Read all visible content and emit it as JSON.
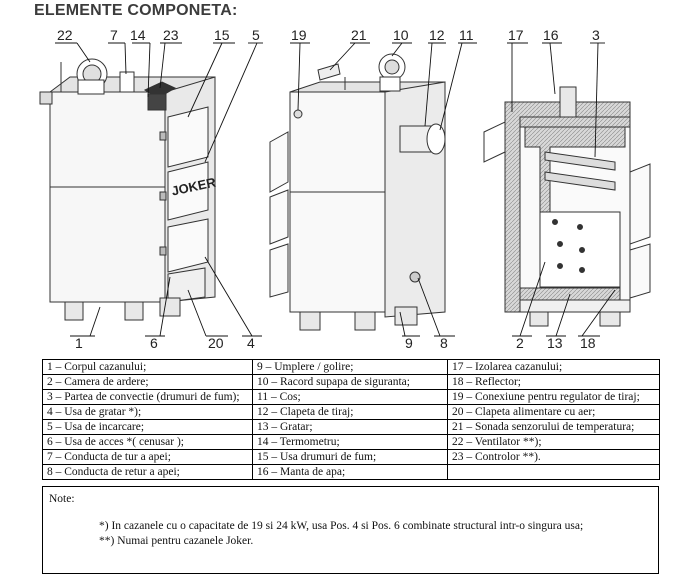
{
  "heading": "ELEMENTE COMPONETA:",
  "callouts": [
    "22",
    "7",
    "14",
    "23",
    "15",
    "5",
    "19",
    "21",
    "10",
    "12",
    "11",
    "17",
    "16",
    "3",
    "1",
    "6",
    "20",
    "4",
    "9",
    "8",
    "2",
    "13",
    "18"
  ],
  "brand_label": "JOKER",
  "legend": {
    "rows": [
      [
        "1 – Corpul cazanului;",
        "9 – Umplere / golire;",
        "17 – Izolarea cazanului;"
      ],
      [
        "2 – Camera de ardere;",
        "10 – Racord supapa de siguranta;",
        "18 – Reflector;"
      ],
      [
        "3 – Partea de convectie (drumuri de fum);",
        "11 – Cos;",
        "19 – Conexiune pentru regulator de tiraj;"
      ],
      [
        "4 – Usa de gratar *);",
        "12 – Clapeta de tiraj;",
        "20 – Clapeta alimentare cu aer;"
      ],
      [
        "5 – Usa de incarcare;",
        "13 – Gratar;",
        "21 – Sonada senzorului de temperatura;"
      ],
      [
        "6 – Usa de acces *( cenusar );",
        "14 – Termometru;",
        "22 – Ventilator **);"
      ],
      [
        "7 – Conducta de tur a apei;",
        "15 – Usa drumuri de fum;",
        "23 – Controlor **)."
      ],
      [
        "8 – Conducta de retur a apei;",
        "16 – Manta de apa;",
        ""
      ]
    ]
  },
  "note": {
    "label": "Note:",
    "line1": "*) In cazanele cu o capacitate de 19 si 24 kW, usa Pos. 4 si Pos. 6 combinate structural intr-o singura usa;",
    "line2": "**) Numai pentru cazanele Joker."
  }
}
